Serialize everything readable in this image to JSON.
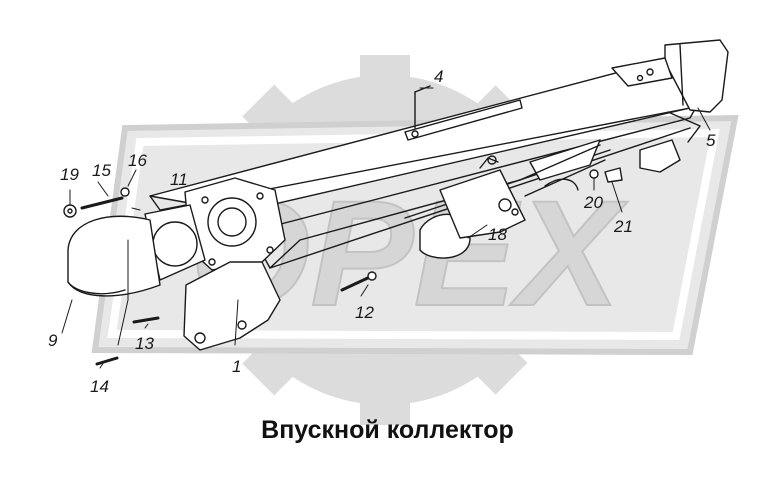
{
  "caption": "Впускной коллектор",
  "watermark": "OPEX",
  "callouts": {
    "c1": "1",
    "c4": "4",
    "c5": "5",
    "c9": "9",
    "c11": "11",
    "c12": "12",
    "c13": "13",
    "c14": "14",
    "c15": "15",
    "c16": "16",
    "c18": "18",
    "c19": "19",
    "c20": "20",
    "c21": "21"
  },
  "colors": {
    "ink": "#1a1a1a",
    "watermark": "#d6d6d6",
    "watermark_outline": "#c4c4c4"
  }
}
